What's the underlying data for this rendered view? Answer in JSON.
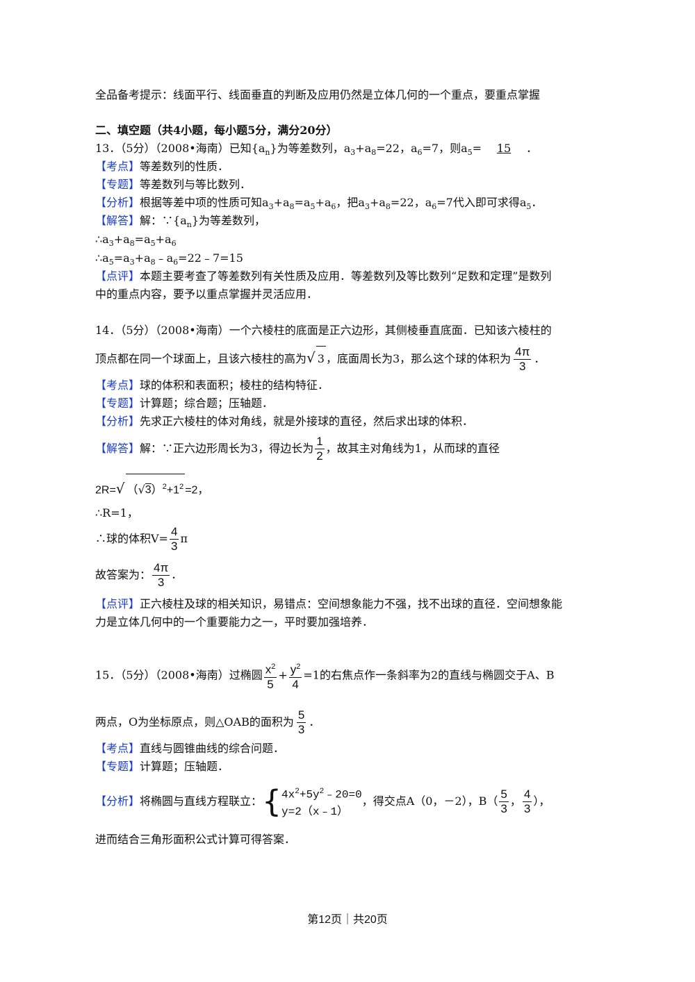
{
  "tip": "全品备考提示：线面平行、线面垂直的判断及应用仍然是立体几何的一个重点，要重点掌握",
  "section_title": "二、填空题（共4小题，每小题5分，满分20分）",
  "tags": {
    "kaodian": "【考点】",
    "zhuanti": "【专题】",
    "fenxi": "【分析】",
    "jieda": "【解答】",
    "dianping": "【点评】"
  },
  "q13": {
    "stem_prefix": "13．（5分）（2008•海南）已知{a",
    "answer": "15",
    "kaodian": "等差数列的性质．",
    "zhuanti": "等差数列与等比数列．",
    "solution_start": "解：∵{a",
    "dianping_1": "本题主要考查了等差数列有关性质及应用．等差数列及等比数列“足数和定理”是数列",
    "dianping_2": "中的重点内容，要予以重点掌握并灵活应用．"
  },
  "q14": {
    "stem_1": "14．（5分）（2008•海南）一个六棱柱的底面是正六边形，其侧棱垂直底面．已知该六棱柱的",
    "stem_2a": "顶点都在同一个球面上，且该六棱柱的高为",
    "stem_2b": "，底面周长为3，那么这个球的体积为",
    "kaodian": "球的体积和表面积；棱柱的结构特征．",
    "zhuanti": "计算题；综合题；压轴题．",
    "fenxi": "先求正六棱柱的体对角线，就是外接球的直径，然后求出球的体积．",
    "jieda_a": "解：∵正六边形周长为3，得边长为",
    "jieda_b": "，故其主对角线为1，从而球的直径",
    "r_line": "∴R=1，",
    "volume_prefix": "∴球的体积V=",
    "answer_prefix": "故答案为：",
    "dianping_1": "正六棱柱及球的相关知识，易错点：空间想象能力不强，找不出球的直径．空间想象能",
    "dianping_2": "力是立体几何中的一个重要能力之一，平时要加强培养．"
  },
  "q15": {
    "stem_prefix": "15．（5分）（2008•海南）过椭圆",
    "stem_suffix": "的右焦点作一条斜率为2的直线与椭圆交于A、B",
    "stem_2": "两点，O为坐标原点，则△OAB的面积为",
    "kaodian": "直线与圆锥曲线的综合问题．",
    "zhuanti": "计算题；压轴题．",
    "fenxi_a": "将椭圆与直线方程联立：",
    "fenxi_b": "，得交点A（0，－2），B（",
    "fenxi_c": "），",
    "fenxi_2": "进而结合三角形面积公式计算可得答案．"
  },
  "footer": "第12页｜共20页"
}
